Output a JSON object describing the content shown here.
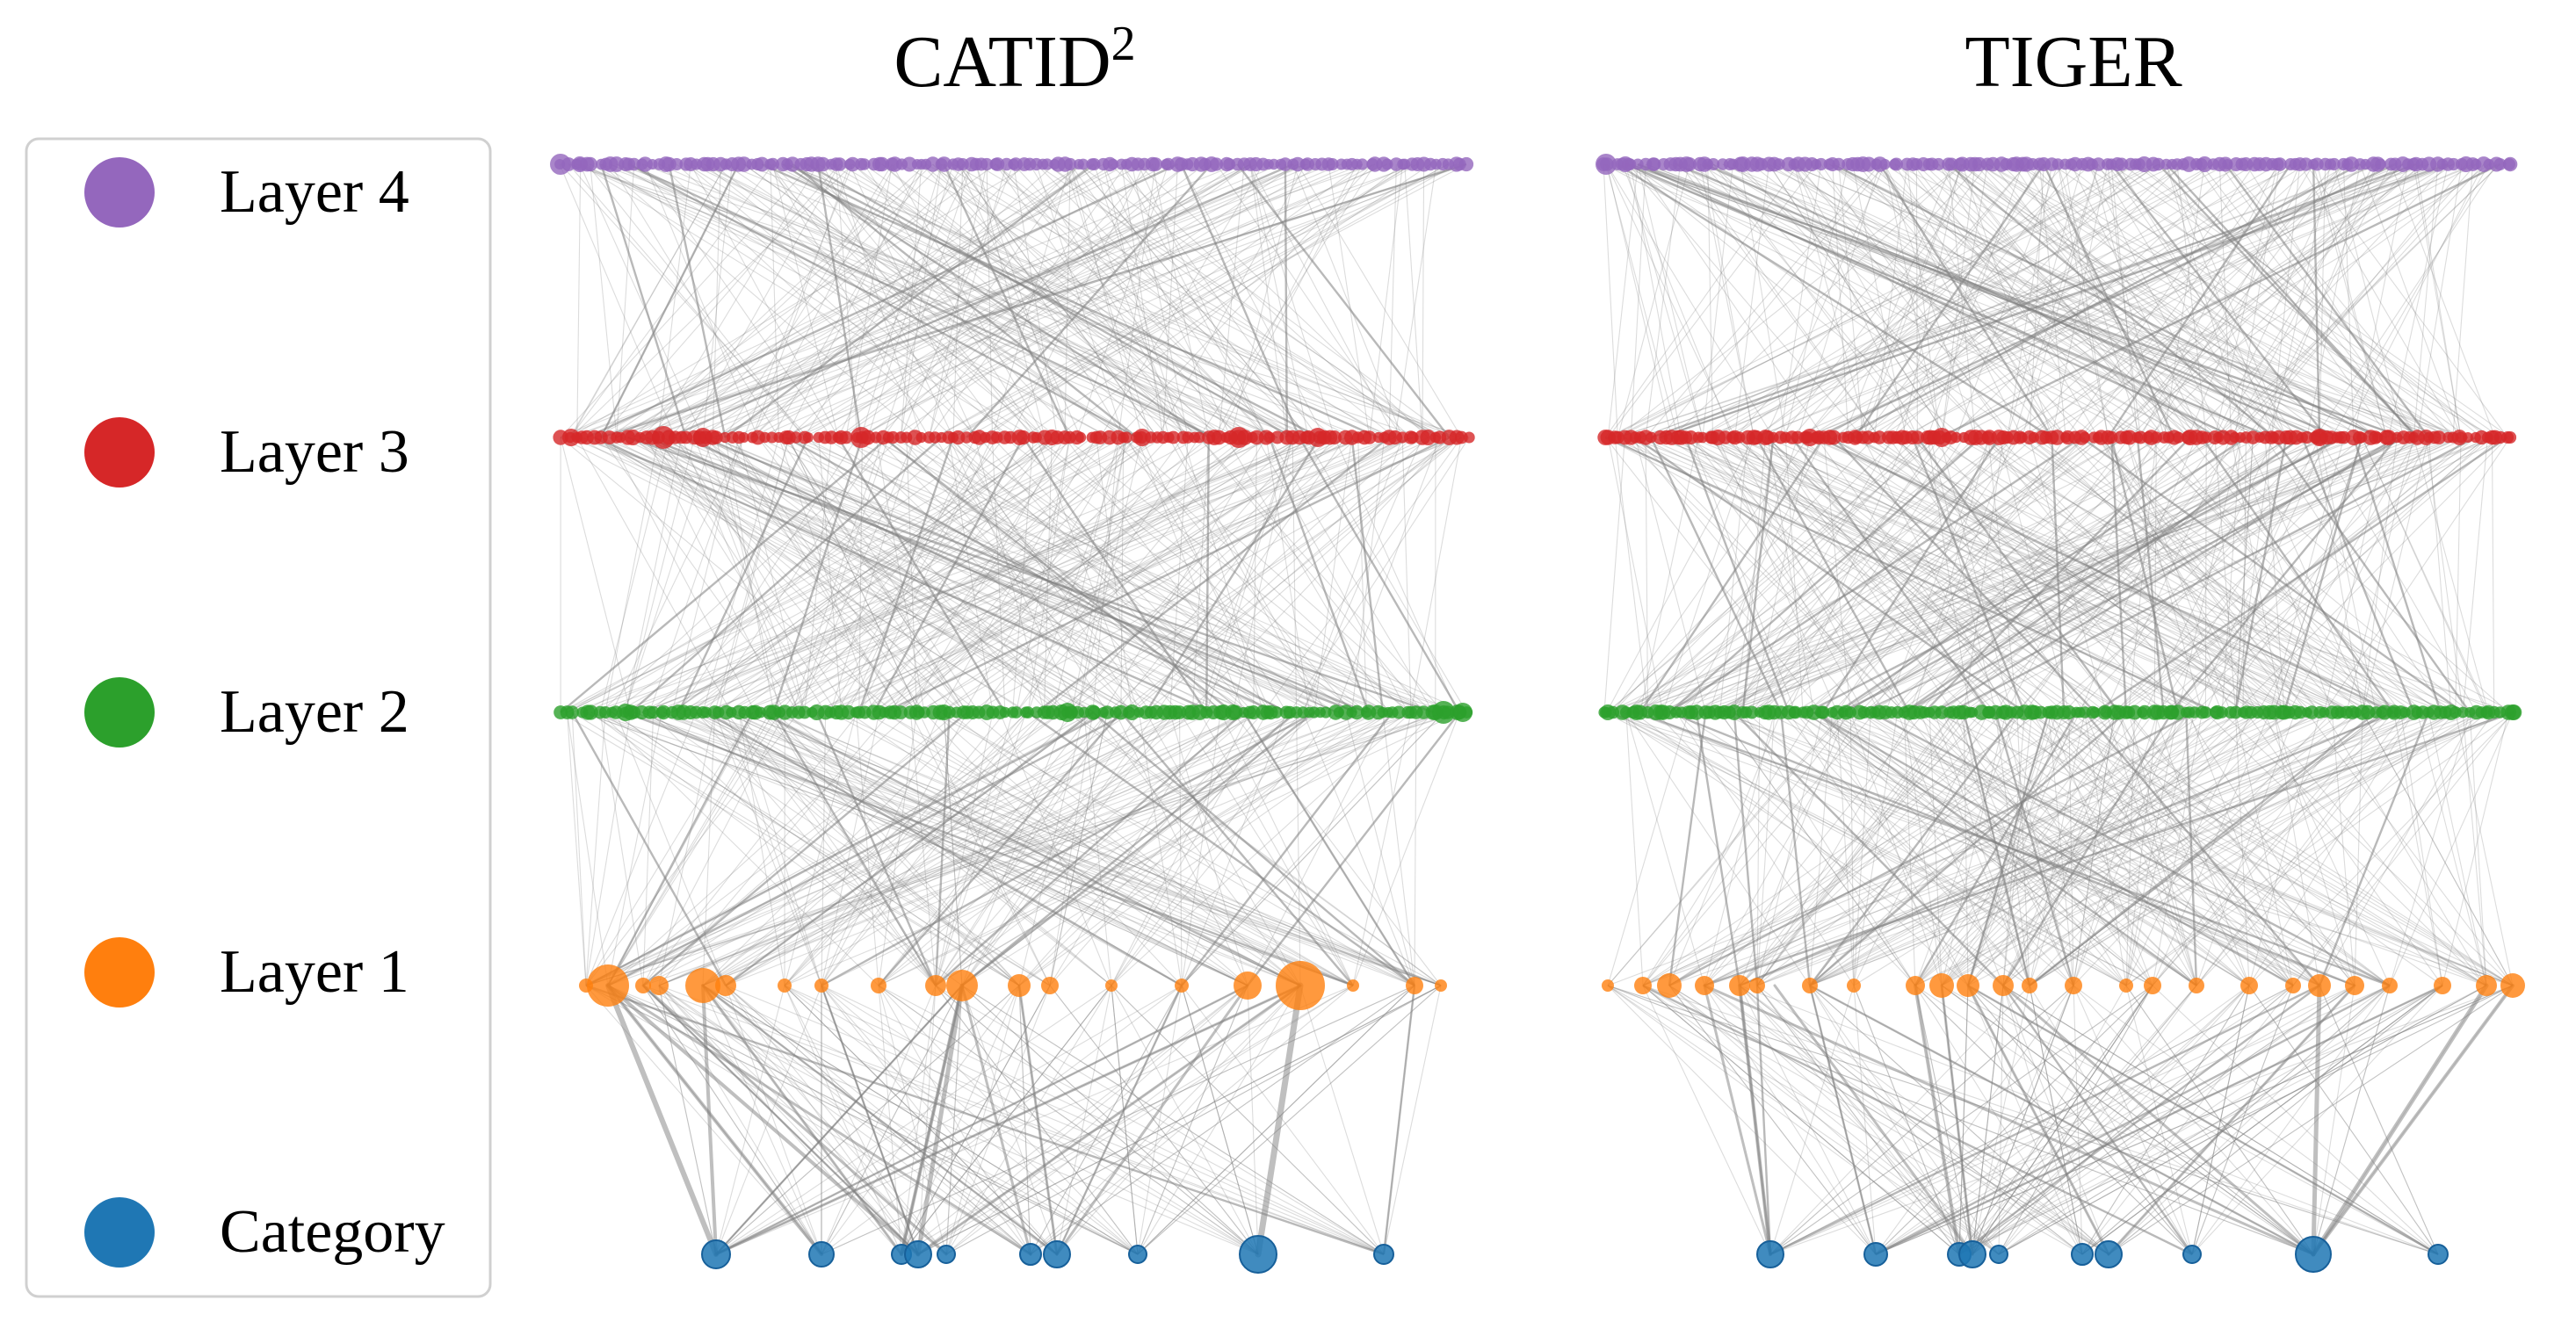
{
  "titles": {
    "left": "CATID",
    "left_superscript": "2",
    "right": "TIGER"
  },
  "legend": {
    "items": [
      {
        "key": "layer4",
        "label": "Layer 4",
        "color": "#9467bd"
      },
      {
        "key": "layer3",
        "label": "Layer 3",
        "color": "#d62728"
      },
      {
        "key": "layer2",
        "label": "Layer 2",
        "color": "#2ca02c"
      },
      {
        "key": "layer1",
        "label": "Layer 1",
        "color": "#ff7f0e"
      },
      {
        "key": "category",
        "label": "Category",
        "color": "#1f77b4"
      }
    ]
  },
  "colors": {
    "edge": "#808080",
    "legend_border": "#d0d0d0"
  }
}
